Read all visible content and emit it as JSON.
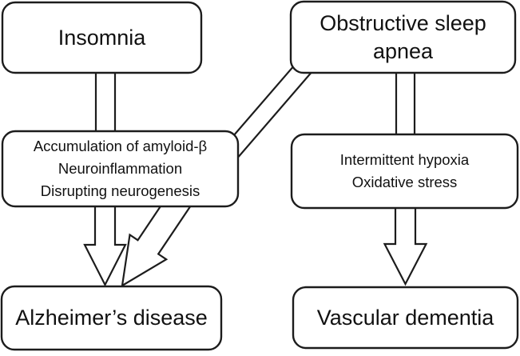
{
  "diagram": {
    "background_color": "#ffffff",
    "line_color": "#1c1c1c",
    "text_color": "#111111",
    "description": "Flow diagram linking sleep disorders to dementia types via mechanisms"
  },
  "nodes": {
    "insomnia": {
      "label": "Insomnia"
    },
    "osa": {
      "label": "Obstructive sleep apnea"
    },
    "mechanisms_ad": {
      "lines": [
        "Accumulation of amyloid-β",
        "Neuroinflammation",
        "Disrupting neurogenesis"
      ]
    },
    "mechanisms_vd": {
      "lines": [
        "Intermittent hypoxia",
        "Oxidative stress"
      ]
    },
    "alzheimers": {
      "label": "Alzheimer’s disease"
    },
    "vascular": {
      "label": "Vascular dementia"
    }
  },
  "edges": [
    {
      "from": "Insomnia",
      "to": "Accumulation of amyloid-β / Neuroinflammation / Disrupting neurogenesis",
      "style": "hollow-connector",
      "arrowhead": false
    },
    {
      "from": "Obstructive sleep apnea",
      "to": "Accumulation of amyloid-β / Neuroinflammation / Disrupting neurogenesis",
      "style": "hollow-connector",
      "arrowhead": false
    },
    {
      "from": "Obstructive sleep apnea",
      "to": "Intermittent hypoxia / Oxidative stress",
      "style": "hollow-connector",
      "arrowhead": false
    },
    {
      "from": "Accumulation of amyloid-β / Neuroinflammation / Disrupting neurogenesis",
      "to": "Alzheimer’s disease",
      "style": "hollow-arrow",
      "arrowhead": true
    },
    {
      "from": "Obstructive sleep apnea (via mechanisms)",
      "to": "Alzheimer’s disease",
      "style": "hollow-arrow",
      "arrowhead": true
    },
    {
      "from": "Intermittent hypoxia / Oxidative stress",
      "to": "Vascular dementia",
      "style": "hollow-arrow",
      "arrowhead": true
    }
  ]
}
